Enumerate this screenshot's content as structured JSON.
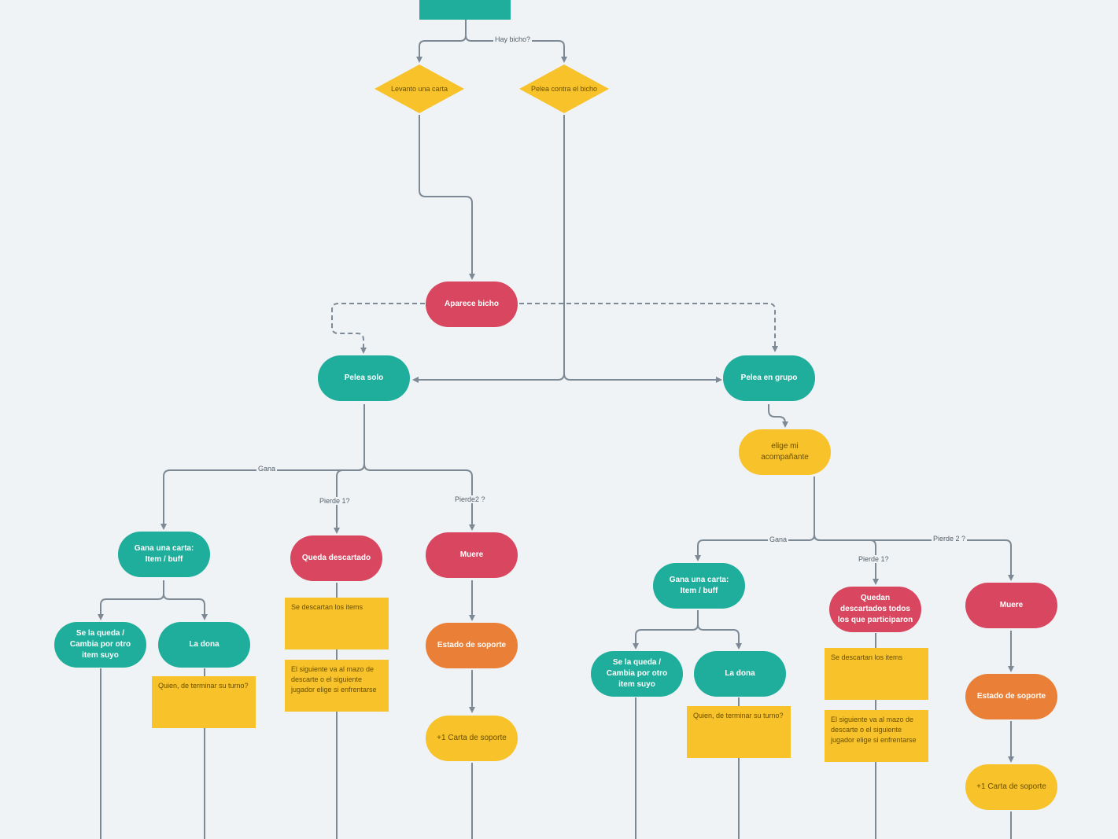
{
  "colors": {
    "background": "#eff3f6",
    "teal": "#1fae9b",
    "red": "#d9465f",
    "orange": "#ea7f38",
    "yellow": "#f7c22a",
    "connector": "#7d8a96"
  },
  "nodes": {
    "start": "",
    "d_carta": "Levanto una carta",
    "d_pelea": "Pelea contra el bicho",
    "aparece": "Aparece bicho",
    "pelea_solo": "Pelea solo",
    "pelea_grupo": "Pelea en grupo",
    "elige": "elige mi acompañante",
    "l_gana": "Gana una carta: Item / buff",
    "l_desc": "Queda descartado",
    "l_muere": "Muere",
    "l_queda": "Se la queda / Cambia por otro item suyo",
    "l_dona": "La dona",
    "l_estado": "Estado de soporte",
    "l_carta": "+1 Carta de soporte",
    "r_gana": "Gana una carta: Item / buff",
    "r_desc": "Quedan descartados todos los que participaron",
    "r_muere": "Muere",
    "r_queda": "Se la queda / Cambia por otro item suyo",
    "r_dona": "La dona",
    "r_estado": "Estado de soporte",
    "r_carta": "+1 Carta de soporte"
  },
  "notes": {
    "l_dona_note": "Quien, de terminar su turno?",
    "l_desc_note1": "Se descartan los items",
    "l_desc_note2": "El siguiente va al mazo de descarte o el siguiente jugador elige si enfrentarse",
    "r_dona_note": "Quien, de terminar su turno?",
    "r_desc_note1": "Se descartan los items",
    "r_desc_note2": "El siguiente va al mazo de descarte o el siguiente jugador elige si enfrentarse"
  },
  "edge_labels": {
    "hay_bicho": "Hay bicho?",
    "l_gana": "Gana",
    "l_pierde1": "Pierde 1?",
    "l_pierde2": "Pierde2 ?",
    "r_gana": "Gana",
    "r_pierde1": "Pierde 1?",
    "r_pierde2": "Pierde 2 ?"
  }
}
